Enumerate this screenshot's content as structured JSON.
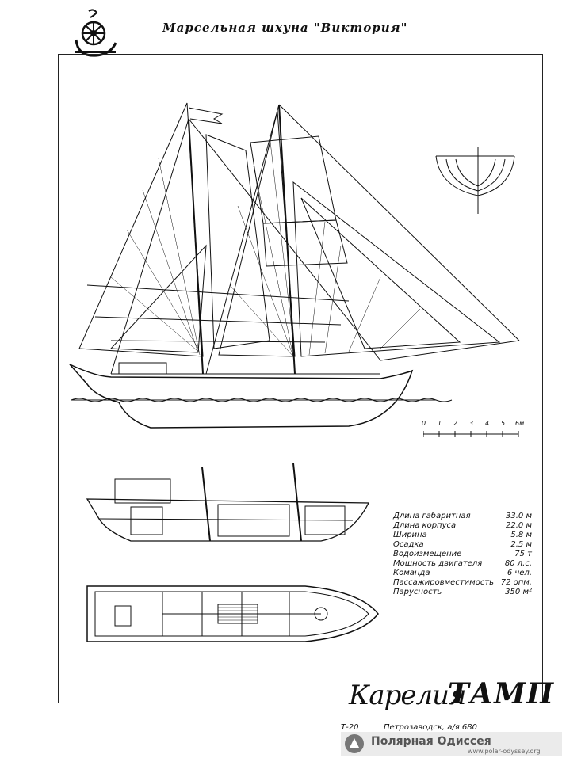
{
  "title": "Марсельная шхуна \"Виктория\"",
  "scale": {
    "ticks": [
      "0",
      "1",
      "2",
      "3",
      "4",
      "5",
      "6м"
    ]
  },
  "specs": [
    {
      "label": "Длина габаритная",
      "value": "33.0 м"
    },
    {
      "label": "Длина корпуса",
      "value": "22.0 м"
    },
    {
      "label": "Ширина",
      "value": "5.8 м"
    },
    {
      "label": "Осадка",
      "value": "2.5 м"
    },
    {
      "label": "Водоизмещение",
      "value": "75 т"
    },
    {
      "label": "Мощность двигателя",
      "value": "80 л.с."
    },
    {
      "label": "Команда",
      "value": "6 чел."
    },
    {
      "label": "Пассажировместимость",
      "value": "72 опм."
    },
    {
      "label": "Парусность",
      "value": "350 м²"
    }
  ],
  "brand": {
    "word": "Карелия",
    "mark": "ТАМП"
  },
  "footer": {
    "code": "Т-20",
    "city": "Петрозаводск, а/я 680"
  },
  "watermark": {
    "text": "Полярная Одиссея",
    "url": "www.polar-odyssey.org"
  },
  "colors": {
    "ink": "#111111",
    "paper": "#ffffff"
  }
}
